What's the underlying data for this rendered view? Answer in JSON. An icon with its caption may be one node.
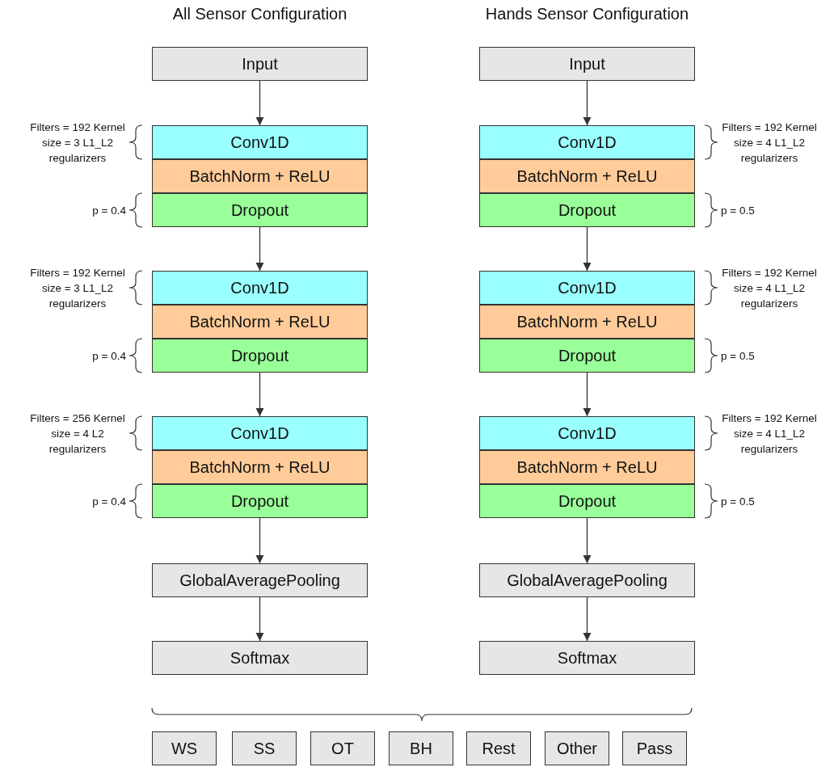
{
  "diagram": {
    "nodes": [
      {
        "text": [
          "Input"
        ]
      },
      {
        "text": [
          "Conv1D"
        ],
        "beside": [
          "Filters = 192 Kernel size = 3 L1_L2 regularizers"
        ]
      },
      {
        "text": [
          "BatchNorm + ReLU"
        ]
      },
      {
        "text": [
          "Dropout"
        ],
        "beside": [
          "p = 0.4"
        ]
      },
      {
        "text": [
          "Conv1D"
        ],
        "beside": [
          "Filters = 192 Kernel size = 3 L1_L2 regularizers"
        ]
      },
      {
        "text": [
          "BatchNorm + ReLU"
        ]
      },
      {
        "text": [
          "Dropout"
        ],
        "beside": [
          "p = 0.4"
        ]
      },
      {
        "text": [
          "Conv1D"
        ],
        "beside": [
          "Filters = 256 Kernel size = 4 L2 regularizers"
        ]
      },
      {
        "text": [
          "BatchNorm + ReLU"
        ]
      },
      {
        "text": [
          "Dropout"
        ],
        "beside": [
          "p = 0.4"
        ]
      },
      {
        "text": [
          "GlobalAveragePooling"
        ]
      },
      {
        "text": [
          "Softmax"
        ]
      },
      {
        "text": [
          "Input"
        ]
      },
      {
        "text": [
          "Conv1D"
        ],
        "beside": [
          "Filters = 192 Kernel size = 4 L1_L2 regularizers"
        ]
      },
      {
        "text": [
          "BatchNorm + ReLU"
        ]
      },
      {
        "text": [
          "Dropout"
        ],
        "beside": [
          "p = 0.5"
        ]
      },
      {
        "text": [
          "Conv1D"
        ],
        "beside": [
          "Filters = 192 Kernel size = 4 L1_L2 regularizers"
        ]
      },
      {
        "text": [
          "BatchNorm + ReLU"
        ]
      },
      {
        "text": [
          "Dropout"
        ],
        "beside": [
          "p = 0.5"
        ]
      },
      {
        "text": [
          "Conv1D"
        ],
        "beside": [
          "Filters = 192 Kernel size = 4 L1_L2 regularizers"
        ]
      },
      {
        "text": [
          "BatchNorm + ReLU"
        ]
      },
      {
        "text": [
          "Dropout"
        ],
        "beside": [
          "p = 0.5"
        ]
      },
      {
        "text": [
          "GlobalAveragePooling"
        ]
      },
      {
        "text": [
          "Softmax"
        ]
      },
      {
        "text": [
          "WS"
        ]
      },
      {
        "text": [
          "SS"
        ]
      },
      {
        "text": [
          "OT"
        ]
      },
      {
        "text": [
          "BH"
        ]
      },
      {
        "text": [
          "Rest"
        ]
      },
      {
        "text": [
          "Other"
        ]
      },
      {
        "text": [
          "Pass"
        ]
      }
    ],
    "edges": [
      {
        "from": 0,
        "to": 1,
        "arrow": "to"
      },
      {
        "from": 3,
        "to": 4,
        "arrow": "to"
      },
      {
        "from": 6,
        "to": 7,
        "arrow": "to"
      },
      {
        "from": 9,
        "to": 10,
        "arrow": "to"
      },
      {
        "from": 10,
        "to": 11,
        "arrow": "to"
      },
      {
        "from": 12,
        "to": 13,
        "arrow": "to"
      },
      {
        "from": 15,
        "to": 16,
        "arrow": "to"
      },
      {
        "from": 18,
        "to": 19,
        "arrow": "to"
      },
      {
        "from": 21,
        "to": 22,
        "arrow": "to"
      },
      {
        "from": 22,
        "to": 23,
        "arrow": "to"
      }
    ],
    "labels": [
      "All Sensor Configuration",
      "Hands Sensor Configuration"
    ]
  }
}
